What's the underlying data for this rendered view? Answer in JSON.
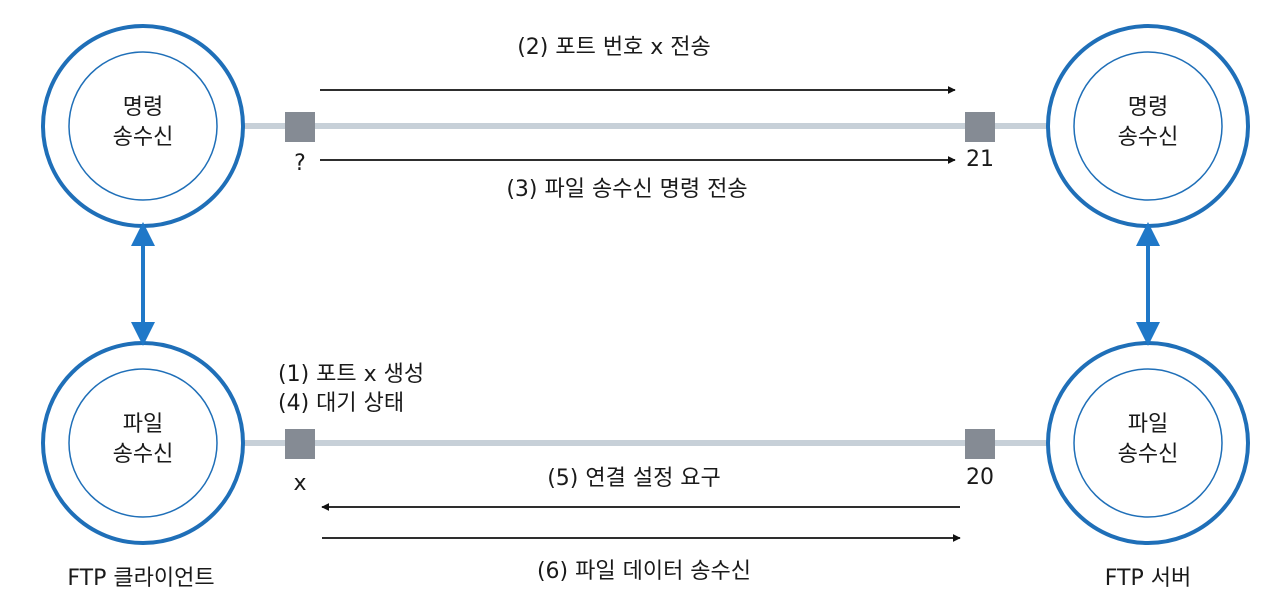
{
  "colors": {
    "circle": "#1f6fb8",
    "connection": "#c7d0d8",
    "port": "#858b94",
    "arrow": "#111111",
    "link_arrow": "#1f78c8"
  },
  "nodes": {
    "client_command": {
      "line1": "명령",
      "line2": "송수신"
    },
    "server_command": {
      "line1": "명령",
      "line2": "송수신"
    },
    "client_file": {
      "line1": "파일",
      "line2": "송수신"
    },
    "server_file": {
      "line1": "파일",
      "line2": "송수신"
    }
  },
  "ports": {
    "client_command": "?",
    "server_command": "21",
    "client_data": "x",
    "server_data": "20"
  },
  "steps": {
    "s1": "(1) 포트 x 생성",
    "s2": "(2) 포트 번호 x 전송",
    "s3": "(3) 파일 송수신 명령 전송",
    "s4": "(4) 대기 상태",
    "s5": "(5) 연결 설정 요구",
    "s6": "(6) 파일 데이터 송수신"
  },
  "hosts": {
    "client": "FTP 클라이언트",
    "server": "FTP 서버"
  }
}
